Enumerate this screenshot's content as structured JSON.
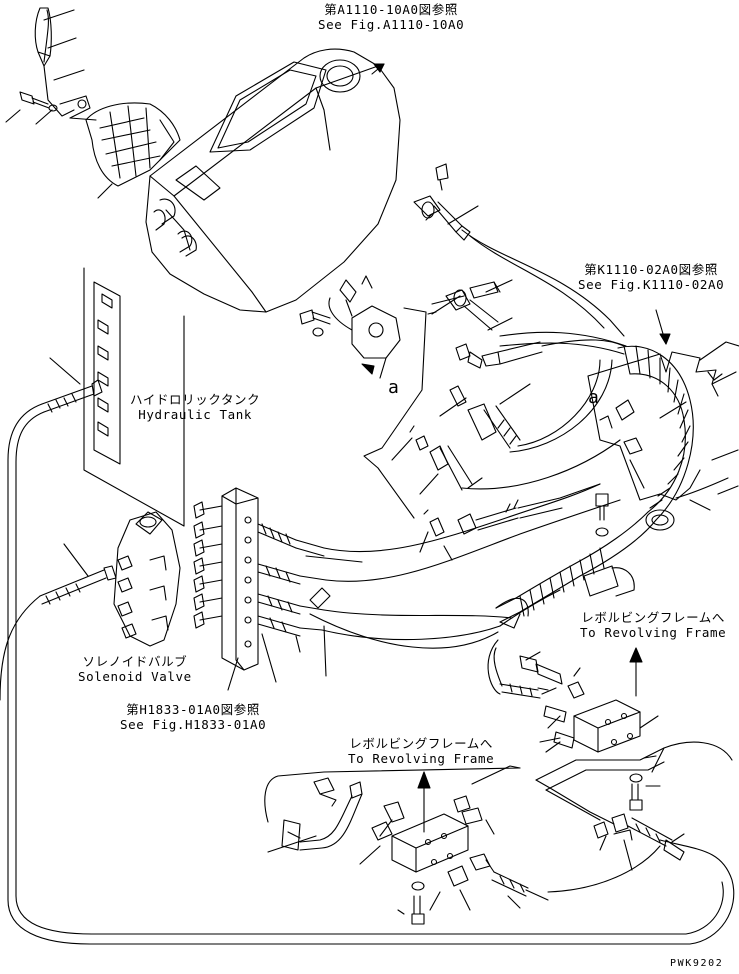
{
  "refs": {
    "a1110": {
      "jp": "第A1110-10A0図参照",
      "en": "See Fig.A1110-10A0"
    },
    "k1110": {
      "jp": "第K1110-02A0図参照",
      "en": "See Fig.K1110-02A0"
    },
    "h1833": {
      "jp": "第H1833-01A0図参照",
      "en": "See Fig.H1833-01A0"
    }
  },
  "components": {
    "hydraulic_tank": {
      "jp": "ハイドロリックタンク",
      "en": "Hydraulic Tank"
    },
    "solenoid_valve": {
      "jp": "ソレノイドバルブ",
      "en": "Solenoid Valve"
    },
    "revolving_frame_right": {
      "jp": "レボルビングフレームへ",
      "en": "To Revolving Frame"
    },
    "revolving_frame_center": {
      "jp": "レボルビングフレームへ",
      "en": "To Revolving Frame"
    }
  },
  "callouts": {
    "a_left": "a",
    "a_right": "a"
  },
  "drawing_code": "PWK9202",
  "colors": {
    "ink": "#000000",
    "paper": "#ffffff"
  }
}
